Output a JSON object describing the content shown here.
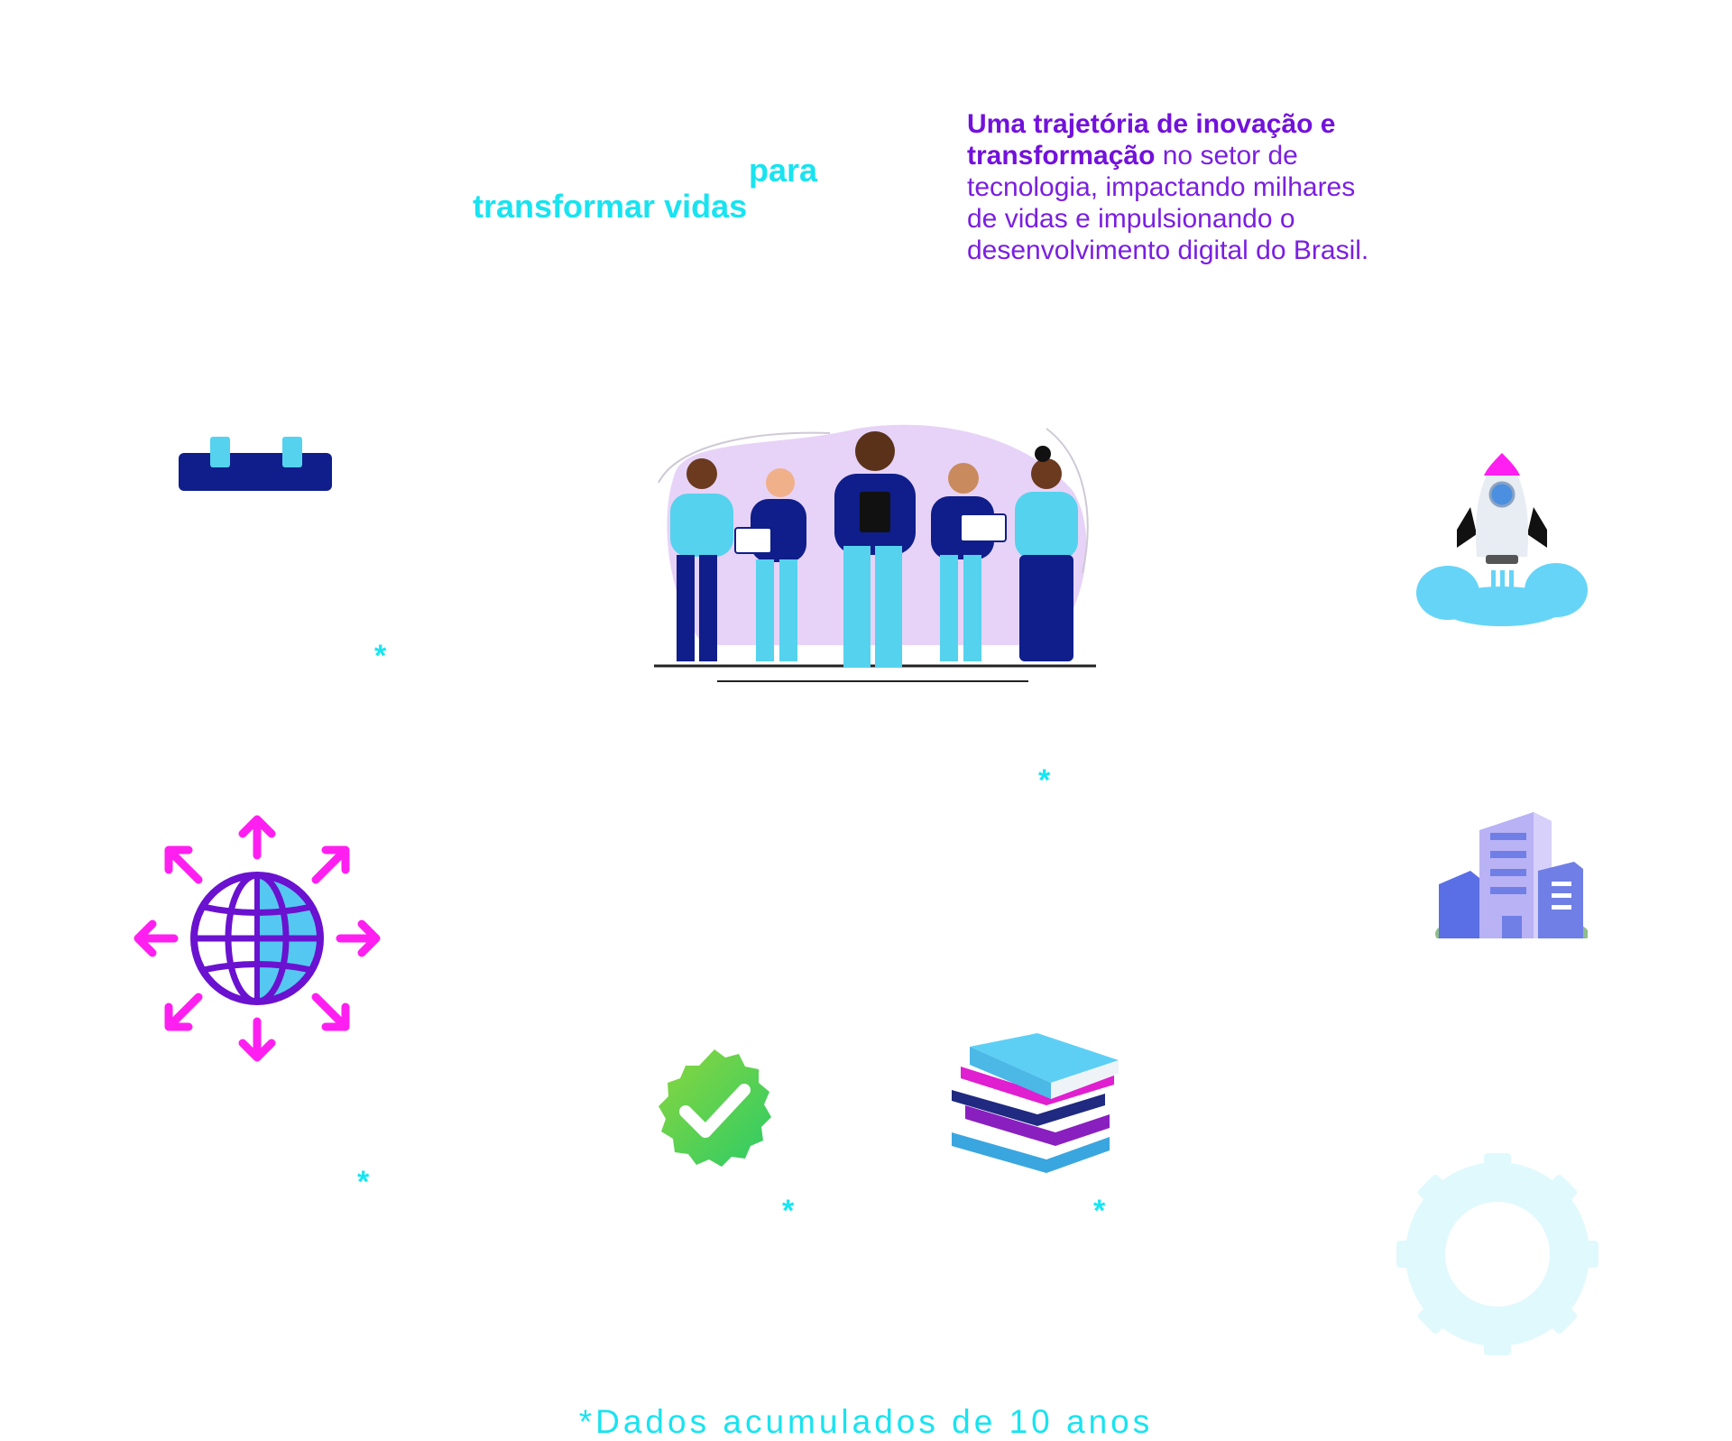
{
  "headline": {
    "word_para": "para",
    "words_transformar_vidas": "transformar vidas"
  },
  "intro": {
    "bold_line1": "Uma trajetória de inovação e",
    "bold_line2": "transformação",
    "rest_line2": " no setor de",
    "line3": "tecnologia, impactando milhares",
    "line4": "de vidas e impulsionando o",
    "line5": "desenvolvimento digital do Brasil."
  },
  "asterisks": {
    "a1": "*",
    "a2": "*",
    "a3": "*",
    "a4": "*",
    "a5": "*"
  },
  "footnote": "*Dados acumulados de 10 anos",
  "icons": [
    "calendar-icon",
    "team-illustration",
    "rocket-icon",
    "globe-arrows-icon",
    "building-icon",
    "verified-badge-icon",
    "books-icon",
    "gear-watermark-icon"
  ],
  "colors": {
    "cyan": "#19e3f0",
    "purple": "#7211db",
    "magenta": "#ff1ff0",
    "navy": "#0f1e8a",
    "light_blue": "#55d2ee",
    "green": "#3ecf5a"
  }
}
